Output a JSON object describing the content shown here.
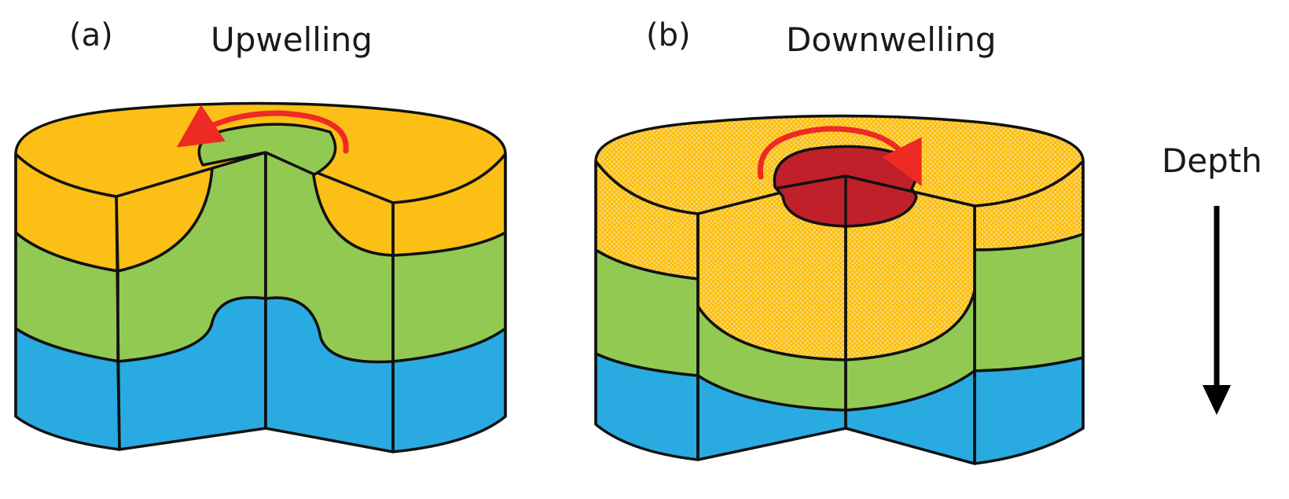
{
  "panels": [
    {
      "letter": "(a)",
      "title": "Upwelling"
    },
    {
      "letter": "(b)",
      "title": "Downwelling"
    }
  ],
  "depth_label": "Depth",
  "colors": {
    "upper_layer": "#fbbf16",
    "upper_layer_stipple": "#f5d25b",
    "middle_layer": "#92c953",
    "lower_layer": "#29abe2",
    "core_downwelling": "#c0202a",
    "circulation_arrow": "#ee2a24",
    "outline": "#111111"
  },
  "icons": [
    "circulation-arrow-icon",
    "depth-arrow-icon"
  ]
}
